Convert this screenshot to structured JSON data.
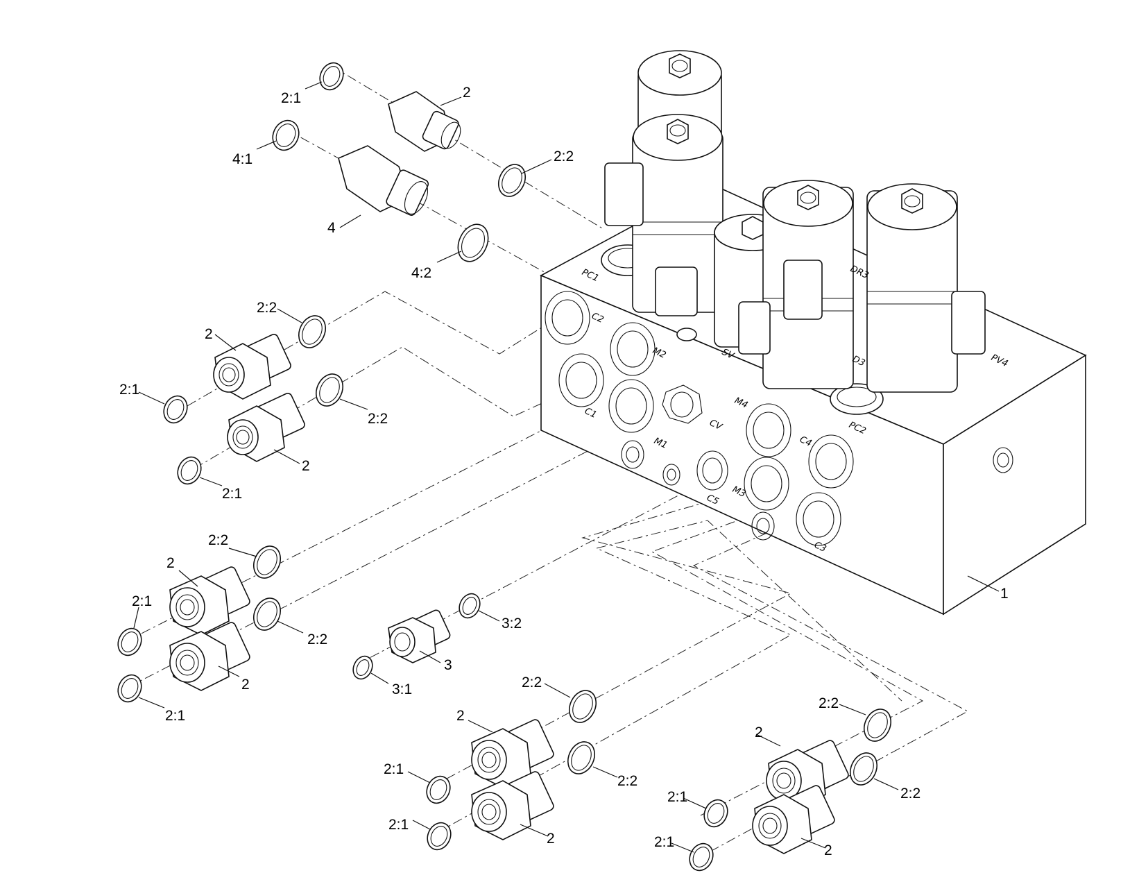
{
  "callouts": {
    "c_1": "1",
    "c_2_top": "2",
    "c_2_1_top": "2:1",
    "c_2_2_top": "2:2",
    "c_4": "4",
    "c_4_1": "4:1",
    "c_4_2": "4:2",
    "c_2_2_a": "2:2",
    "c_2_a": "2",
    "c_2_1_a": "2:1",
    "c_2_2_b": "2:2",
    "c_2_b": "2",
    "c_2_1_b": "2:1",
    "c_2_2_c": "2:2",
    "c_2_c": "2",
    "c_2_1_c": "2:1",
    "c_2_2_d": "2:2",
    "c_2_d": "2",
    "c_2_1_d": "2:1",
    "c_3_2": "3:2",
    "c_3": "3",
    "c_3_1": "3:1",
    "c_2_2_e": "2:2",
    "c_2_e": "2",
    "c_2_1_e": "2:1",
    "c_2_2_f": "2:2",
    "c_2_f": "2",
    "c_2_1_f": "2:1",
    "c_2_2_g": "2:2",
    "c_2_g": "2",
    "c_2_1_g": "2:1",
    "c_2_2_h": "2:2",
    "c_2_h": "2",
    "c_2_1_h": "2:1"
  },
  "ports": {
    "pc1": "PC1",
    "c2": "C2",
    "m2": "M2",
    "c1": "C1",
    "m1": "M1",
    "cv": "CV",
    "m4": "M4",
    "c4": "C4",
    "c5": "C5",
    "m3": "M3",
    "c3": "C3",
    "sv": "SV",
    "dr3": "DR3",
    "pc2": "PC2",
    "pv4": "PV4",
    "d3": "D3"
  },
  "colors": {
    "line": "#111111",
    "background": "#ffffff"
  }
}
